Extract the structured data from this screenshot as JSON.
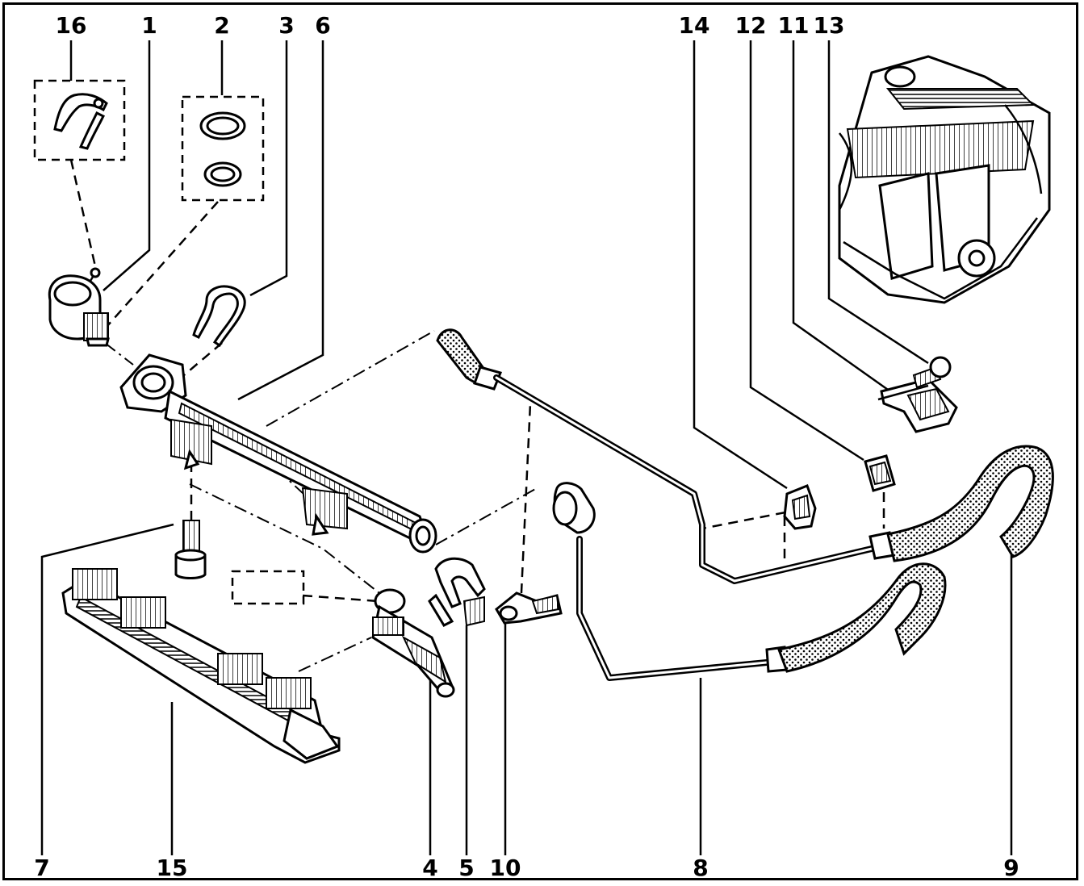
{
  "labels": {
    "top": [
      "16",
      "1",
      "2",
      "3",
      "6",
      "14",
      "12",
      "11",
      "13"
    ],
    "bottom": [
      "7",
      "15",
      "4",
      "5",
      "10",
      "8",
      "9"
    ]
  }
}
